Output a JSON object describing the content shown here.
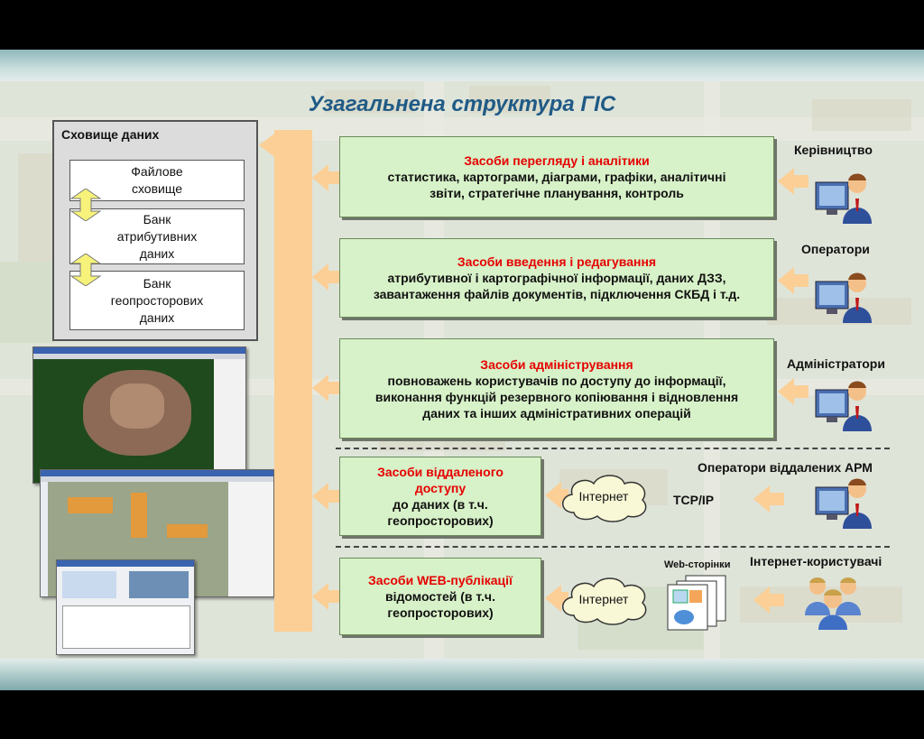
{
  "title": "Узагальнена структура ГІС",
  "storage": {
    "title": "Сховище даних",
    "items": [
      "Файлове\nсховище",
      "Банк\nатрибутивних\nданих",
      "Банк\nгеопросторових\nданих"
    ]
  },
  "tools": [
    {
      "heading": "Засоби перегляду і аналітики",
      "desc": "статистика, картограми, діаграми, графіки, аналітичні\nзвіти, стратегічне планування, контроль",
      "role": "Керівництво"
    },
    {
      "heading": "Засоби введення і редагування",
      "desc": "атрибутивної і картографічної інформації, даних ДЗЗ,\nзавантаження файлів документів, підключення СКБД і т.д.",
      "role": "Оператори"
    },
    {
      "heading": "Засоби адміністрування",
      "desc": "повноважень користувачів по доступу до інформації,\nвиконання функцій резервного копіювання і відновлення\nданих та інших адміністративних операцій",
      "role": "Адміністратори"
    },
    {
      "heading": "Засоби віддаленого\nдоступу",
      "desc": "до даних (в т.ч.\nгеопросторових)",
      "role": "Оператори віддалених АРМ"
    },
    {
      "heading": "Засоби WEB-публікації",
      "desc": "відомостей (в т.ч.\nгеопросторових)",
      "role": "Інтернет-користувачі"
    }
  ],
  "internet_label": "Інтернет",
  "protocol_label": "TCP/IP",
  "web_pages_label": "Web-сторінки",
  "colors": {
    "heading": "#e60000",
    "box_fill": "#d7f1c8",
    "arrow": "#fbcf95",
    "title": "#1f5a86"
  }
}
